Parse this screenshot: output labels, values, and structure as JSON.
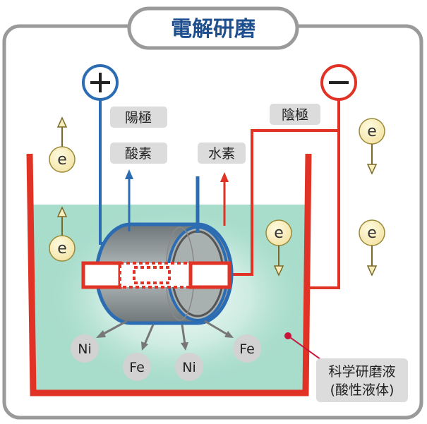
{
  "title": "電解研磨",
  "anode": {
    "symbol": "＋",
    "label": "陽極",
    "gas": "酸素"
  },
  "cathode": {
    "symbol": "－",
    "label": "陰極",
    "gas": "水素"
  },
  "electron_label": "e",
  "ions": [
    "Ni",
    "Fe",
    "Ni",
    "Fe"
  ],
  "solution": {
    "line1": "科学研磨液",
    "line2": "(酸性液体)"
  },
  "colors": {
    "anode": "#2b6cb3",
    "cathode": "#e03325",
    "liquid": "#a8dccb",
    "title": "#1e4f8f"
  }
}
